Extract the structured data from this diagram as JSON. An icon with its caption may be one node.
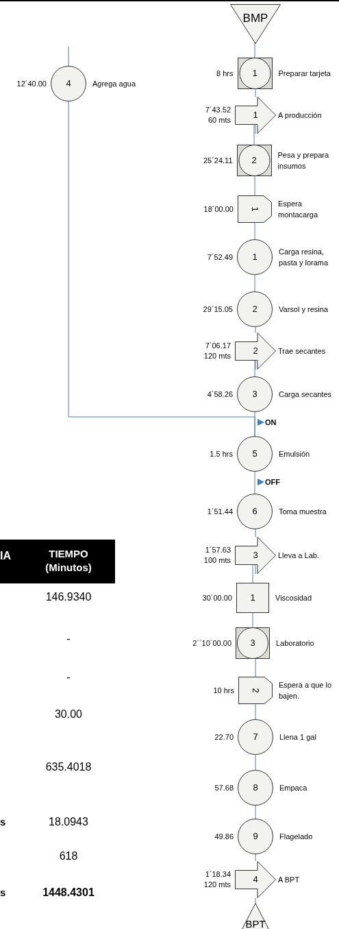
{
  "diagram": {
    "nodes": [
      {
        "text": [
          "BMP"
        ]
      },
      {
        "text": [
          "1"
        ],
        "beside": [
          "8 hrs",
          "Preparar tarjeta"
        ]
      },
      {
        "text": [
          "4"
        ],
        "beside": [
          "12´40.00",
          "Agrega agua"
        ]
      },
      {
        "text": [
          "1"
        ],
        "beside": [
          "7´43.52",
          "60 mts",
          "A producción"
        ]
      },
      {
        "text": [
          "2"
        ],
        "beside": [
          "25´24.11",
          "Pesa y prepara insumos"
        ]
      },
      {
        "text": [
          "1"
        ],
        "beside": [
          "18´00.00",
          "Espera montacarga"
        ]
      },
      {
        "text": [
          "1"
        ],
        "beside": [
          "7´52.49",
          "Carga resina, pasta y lorama"
        ]
      },
      {
        "text": [
          "2"
        ],
        "beside": [
          "29´15.05",
          "Varsol y resina"
        ]
      },
      {
        "text": [
          "2"
        ],
        "beside": [
          "7´06.17",
          "120 mts",
          "Trae secantes"
        ]
      },
      {
        "text": [
          "3"
        ],
        "beside": [
          "4´58.26",
          "Carga secantes"
        ]
      },
      {
        "text": [
          "5"
        ],
        "beside": [
          "1.5 hrs",
          "Emulsión"
        ]
      },
      {
        "text": [
          "6"
        ],
        "beside": [
          "1´51.44",
          "Toma muestra"
        ]
      },
      {
        "text": [
          "3"
        ],
        "beside": [
          "1´57.63",
          "100 mts",
          "Lleva a Lab."
        ]
      },
      {
        "text": [
          "1"
        ],
        "beside": [
          "30´00.00",
          "Viscosidad"
        ]
      },
      {
        "text": [
          "3"
        ],
        "beside": [
          "2´´10´00.00",
          "Laboratorio"
        ]
      },
      {
        "text": [
          "2"
        ],
        "beside": [
          "10 hrs",
          "Espera a que lo bajen."
        ]
      },
      {
        "text": [
          "7"
        ],
        "beside": [
          "22.70",
          "Llena 1 gal"
        ]
      },
      {
        "text": [
          "8"
        ],
        "beside": [
          "57.68",
          "Empaca"
        ]
      },
      {
        "text": [
          "9"
        ],
        "beside": [
          "49.86",
          "Flagelado"
        ]
      },
      {
        "text": [
          "4"
        ],
        "beside": [
          "1´18.34",
          "120 mts",
          "A BPT"
        ]
      },
      {
        "text": [
          "BPT"
        ]
      }
    ],
    "edges": [
      {
        "from": 0,
        "to": 1,
        "arrow": "none"
      },
      {
        "from": 1,
        "to": 3,
        "arrow": "none"
      },
      {
        "from": 3,
        "to": 4,
        "arrow": "none"
      },
      {
        "from": 4,
        "to": 5,
        "arrow": "none"
      },
      {
        "from": 5,
        "to": 6,
        "arrow": "none"
      },
      {
        "from": 6,
        "to": 7,
        "arrow": "none"
      },
      {
        "from": 7,
        "to": 8,
        "arrow": "none"
      },
      {
        "from": 8,
        "to": 9,
        "arrow": "none"
      },
      {
        "from": 9,
        "to": 10,
        "arrow": "none"
      },
      {
        "from": null,
        "to": 2,
        "arrow": "none"
      },
      {
        "from": 2,
        "to": 10,
        "arrow": "none"
      },
      {
        "from": 10,
        "to": 11,
        "arrow": "none"
      },
      {
        "from": 11,
        "to": 12,
        "arrow": "none"
      },
      {
        "from": 12,
        "to": 13,
        "arrow": "none"
      },
      {
        "from": 13,
        "to": 14,
        "arrow": "none"
      },
      {
        "from": 14,
        "to": 15,
        "arrow": "none"
      },
      {
        "from": 15,
        "to": 16,
        "arrow": "none"
      },
      {
        "from": 16,
        "to": 17,
        "arrow": "none"
      },
      {
        "from": 17,
        "to": 18,
        "arrow": "none"
      },
      {
        "from": 18,
        "to": 19,
        "arrow": "none"
      },
      {
        "from": 19,
        "to": 20,
        "arrow": "none"
      }
    ],
    "labels": [
      "ON",
      "OFF",
      "IA",
      "TIEMPO (Minutos)",
      "146.9340",
      "-",
      "-",
      "30.00",
      "635.4018",
      "s",
      "18.0943",
      "618",
      "s",
      "1448.4301"
    ]
  }
}
